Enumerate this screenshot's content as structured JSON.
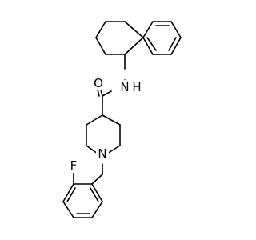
{
  "molecule": {
    "atoms": {
      "oxygen": "O",
      "amide_nitrogen": "N",
      "amide_hydrogen": "H",
      "piperidine_nitrogen": "N",
      "fluorine": "F"
    },
    "colors": {
      "bond": "#000000",
      "text": "#000000",
      "background": "#ffffff"
    }
  }
}
